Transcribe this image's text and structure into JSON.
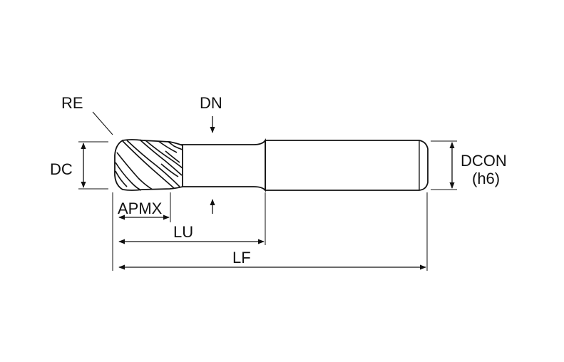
{
  "labels": {
    "re": "RE",
    "dn": "DN",
    "dc": "DC",
    "dcon": "DCON",
    "dcon_tol": "(h6)",
    "apmx": "APMX",
    "lu": "LU",
    "lf": "LF"
  }
}
